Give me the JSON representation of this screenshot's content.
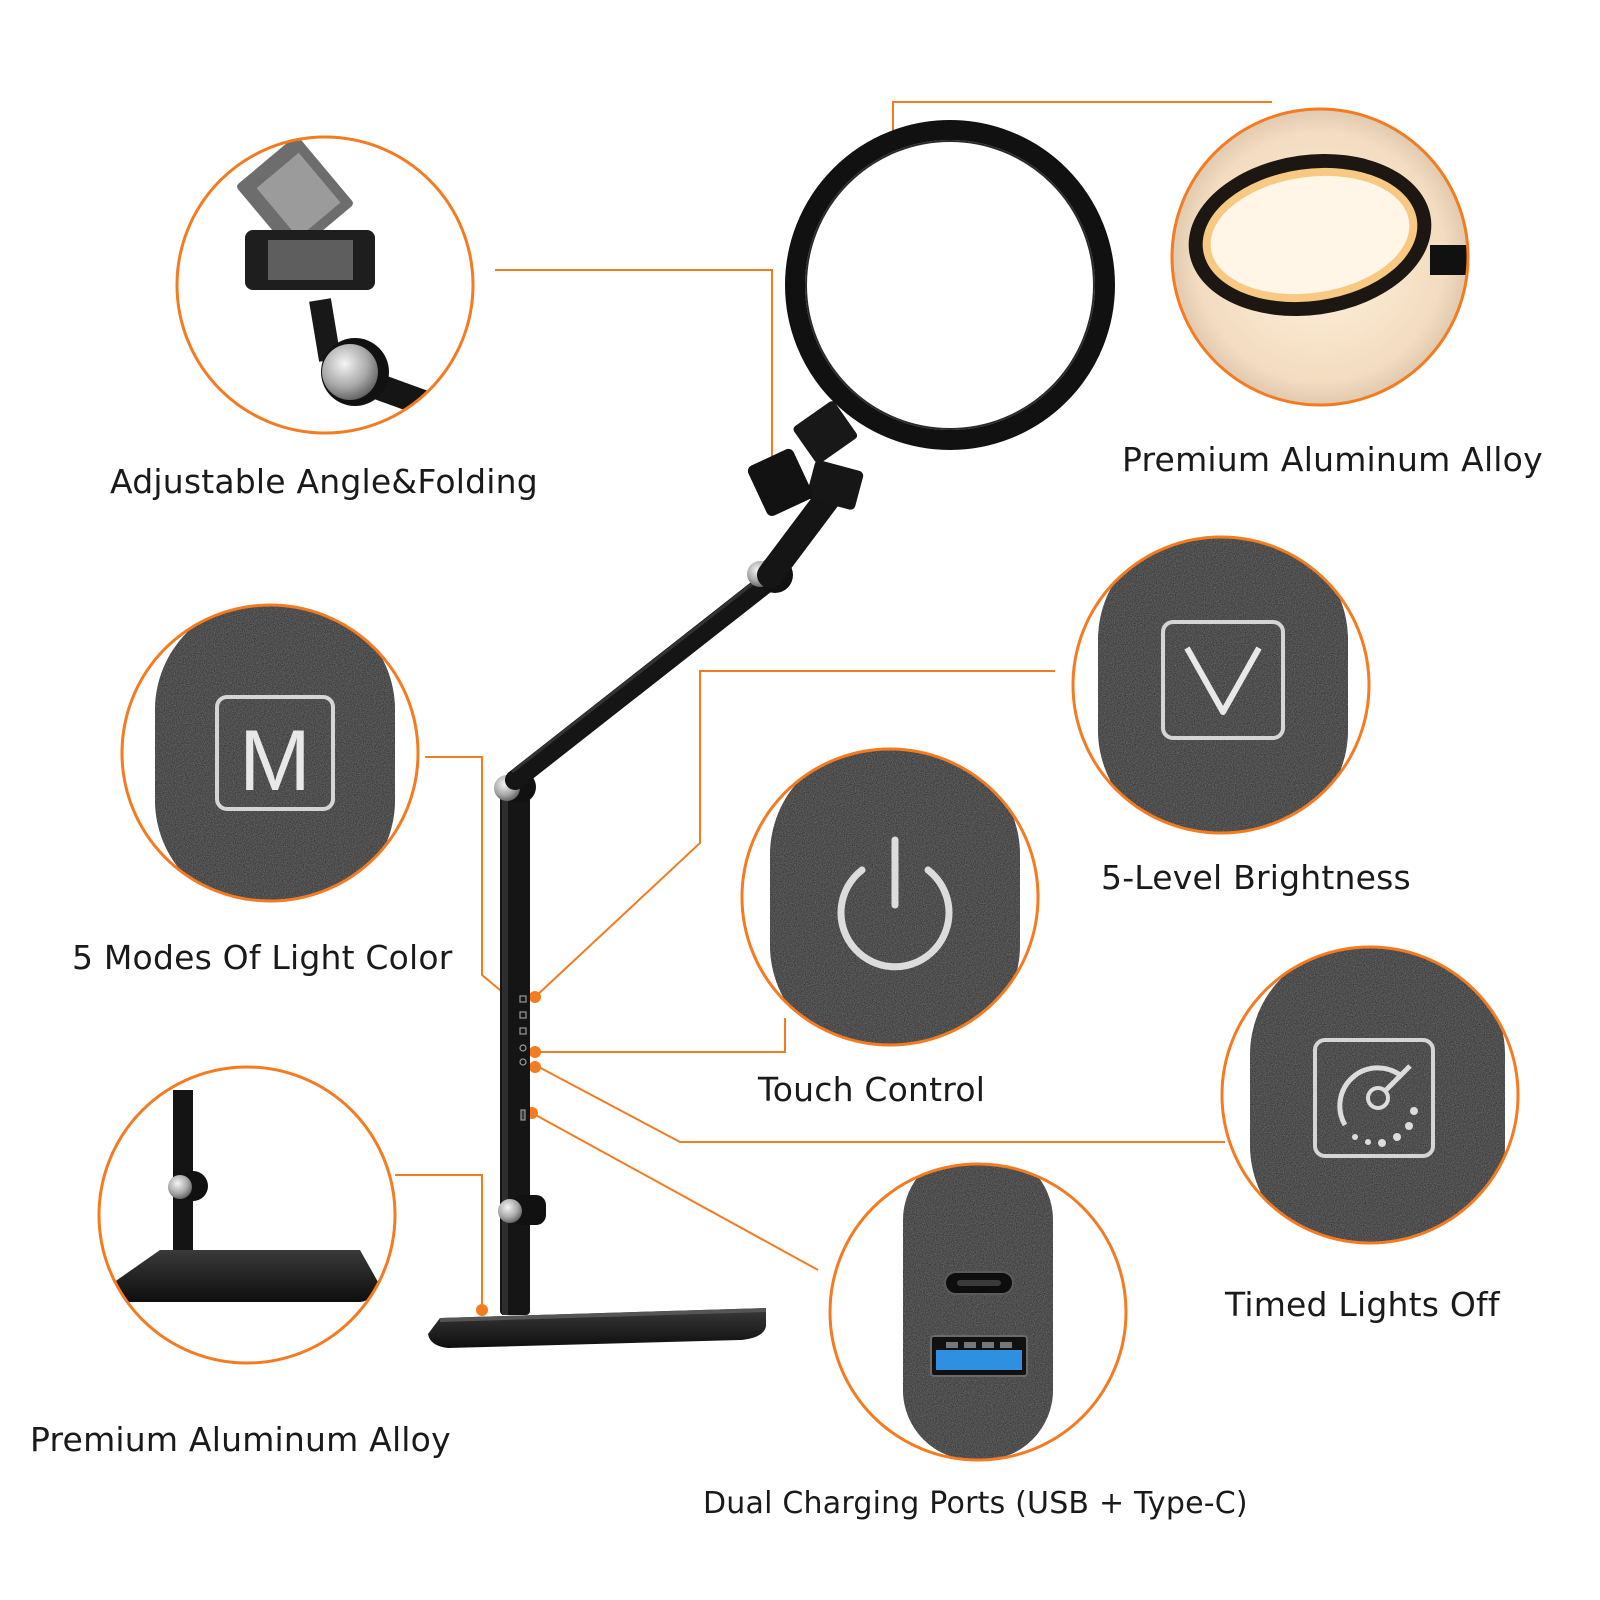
{
  "labels": {
    "adjustable": "Adjustable Angle&Folding",
    "alloy_top": "Premium Aluminum Alloy",
    "modes": "5 Modes Of Light Color",
    "brightness": "5-Level Brightness",
    "touch": "Touch Control",
    "timed": "Timed Lights Off",
    "alloy_base": "Premium Aluminum Alloy",
    "ports": "Dual Charging Ports (USB + Type-C)"
  },
  "buttons": {
    "mode_letter": "M"
  },
  "colors": {
    "accent": "#f47b20",
    "lamp_black": "#151515",
    "texture": "#2a2a2a",
    "usb_blue": "#2f8fe0",
    "warm_light": "#f7c982"
  },
  "icons": [
    "mode-icon",
    "brightness-icon",
    "power-icon",
    "timer-icon",
    "usb-c-port-icon",
    "usb-a-port-icon"
  ]
}
